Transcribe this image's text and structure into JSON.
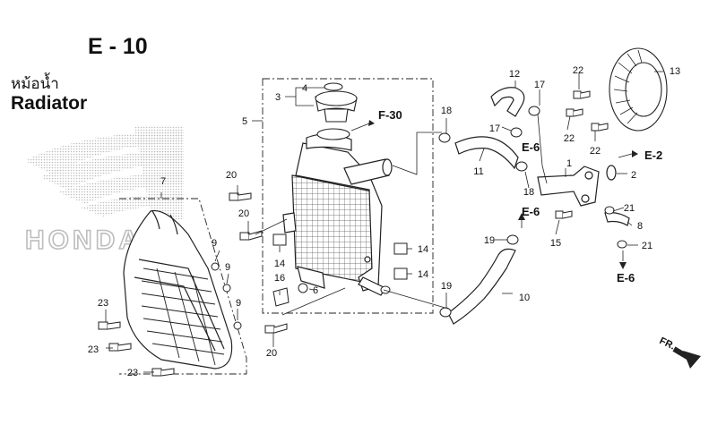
{
  "header": {
    "page_code": "E - 10",
    "title_thai": "หม้อน้ำ",
    "title_en": "Radiator"
  },
  "brand": {
    "logo_text": "HONDA"
  },
  "callouts": [
    {
      "id": "c1",
      "text": "1"
    },
    {
      "id": "c2",
      "text": "2"
    },
    {
      "id": "c3",
      "text": "3"
    },
    {
      "id": "c4",
      "text": "4"
    },
    {
      "id": "c5",
      "text": "5"
    },
    {
      "id": "c6",
      "text": "6"
    },
    {
      "id": "c7",
      "text": "7"
    },
    {
      "id": "c8",
      "text": "8"
    },
    {
      "id": "c9a",
      "text": "9"
    },
    {
      "id": "c9b",
      "text": "9"
    },
    {
      "id": "c9c",
      "text": "9"
    },
    {
      "id": "c10",
      "text": "10"
    },
    {
      "id": "c11",
      "text": "11"
    },
    {
      "id": "c12",
      "text": "12"
    },
    {
      "id": "c13",
      "text": "13"
    },
    {
      "id": "c14a",
      "text": "14"
    },
    {
      "id": "c14b",
      "text": "14"
    },
    {
      "id": "c14c",
      "text": "14"
    },
    {
      "id": "c15",
      "text": "15"
    },
    {
      "id": "c16",
      "text": "16"
    },
    {
      "id": "c17a",
      "text": "17"
    },
    {
      "id": "c17b",
      "text": "17"
    },
    {
      "id": "c18a",
      "text": "18"
    },
    {
      "id": "c18b",
      "text": "18"
    },
    {
      "id": "c19a",
      "text": "19"
    },
    {
      "id": "c19b",
      "text": "19"
    },
    {
      "id": "c20a",
      "text": "20"
    },
    {
      "id": "c20b",
      "text": "20"
    },
    {
      "id": "c20c",
      "text": "20"
    },
    {
      "id": "c21a",
      "text": "21"
    },
    {
      "id": "c21b",
      "text": "21"
    },
    {
      "id": "c22a",
      "text": "22"
    },
    {
      "id": "c22b",
      "text": "22"
    },
    {
      "id": "c22c",
      "text": "22"
    },
    {
      "id": "c23a",
      "text": "23"
    },
    {
      "id": "c23b",
      "text": "23"
    },
    {
      "id": "c23c",
      "text": "23"
    }
  ],
  "references": {
    "f30": "F-30",
    "e2": "E-2",
    "e6_a": "E-6",
    "e6_b": "E-6",
    "e6_c": "E-6",
    "fr": "FR."
  },
  "colors": {
    "line": "#222222",
    "logo_dots": "#bdbdbd",
    "background": "#ffffff"
  }
}
